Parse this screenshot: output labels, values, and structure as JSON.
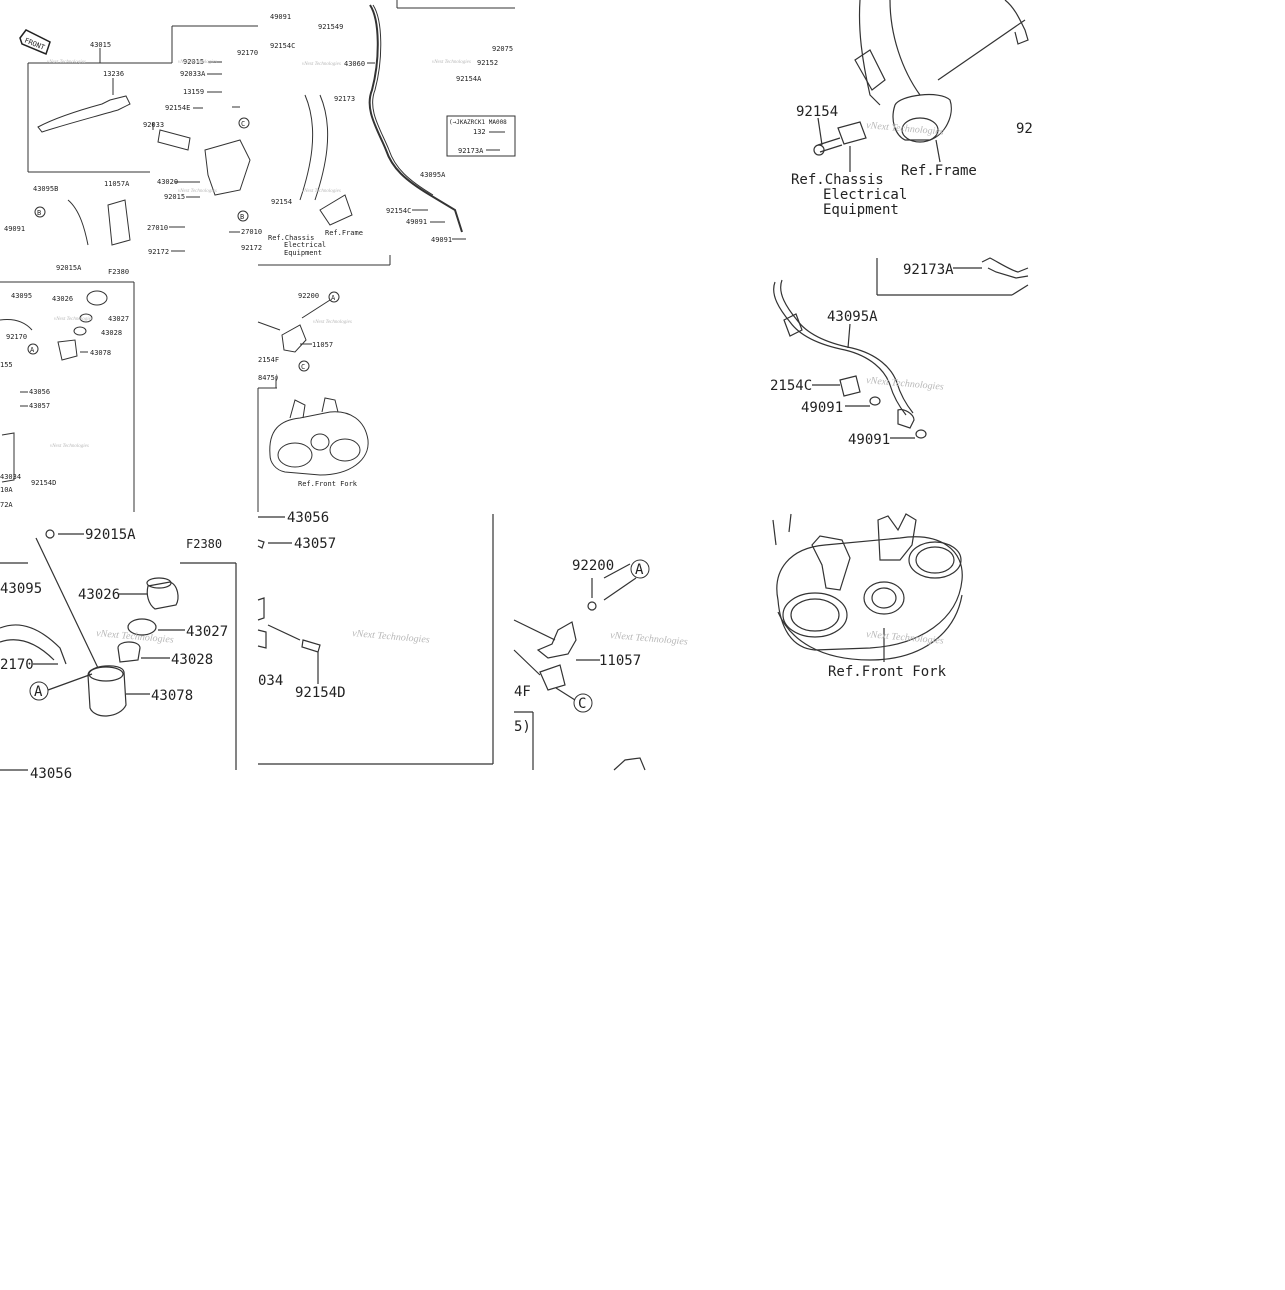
{
  "panels": {
    "topleft": {
      "front_badge": "FRONT",
      "labels": [
        "43015",
        "13236",
        "92170",
        "92033",
        "92015",
        "92033A",
        "13159",
        "92154E",
        "43020",
        "92015",
        "43095B",
        "11057A",
        "49091",
        "27010",
        "27010",
        "92172",
        "92172",
        "49091",
        "921549",
        "92154C",
        "43060",
        "92075",
        "92152",
        "92154A",
        "92173",
        "43095A",
        "92154C",
        "49091",
        "49091",
        "92154",
        "132",
        "92173A"
      ],
      "callouts": [
        "C",
        "B",
        "B"
      ],
      "refs": [
        "Ref.Chassis",
        "Electrical",
        "Equipment",
        "Ref.Frame"
      ],
      "model_note": "(→JKAZRCK1 MA008"
    },
    "midleft": {
      "labels": [
        "92015A",
        "F2380",
        "43095",
        "43026",
        "43027",
        "43028",
        "92170",
        "43078",
        "43056",
        "43057",
        "43034",
        "92154D",
        "155",
        "10A",
        "72A"
      ],
      "callouts": [
        "A"
      ]
    },
    "midcenter": {
      "labels": [
        "92200",
        "11057",
        "2154F",
        "8475)"
      ],
      "callouts": [
        "A",
        "C"
      ],
      "refs": [
        "Ref.Front Fork"
      ]
    },
    "zoomleft": {
      "labels": [
        "92015A",
        "F2380",
        "43095",
        "43026",
        "43027",
        "43028",
        "2170",
        "43078",
        "43056"
      ],
      "callouts": [
        "A"
      ]
    },
    "zoomcenter": {
      "labels": [
        "43056",
        "43057",
        "92154D",
        "034"
      ]
    },
    "zoomcenter2": {
      "labels": [
        "92200",
        "11057",
        "4F",
        "5)"
      ],
      "callouts": [
        "A",
        "C"
      ]
    },
    "topright": {
      "labels": [
        "92154",
        "92",
        "92173A",
        "43095A",
        "2154C",
        "49091",
        "49091"
      ],
      "refs": [
        "Ref.Chassis",
        "Electrical",
        "Equipment",
        "Ref.Frame"
      ]
    },
    "bottomright": {
      "refs": [
        "Ref.Front Fork"
      ]
    },
    "watermark": "vNext Technologies"
  }
}
